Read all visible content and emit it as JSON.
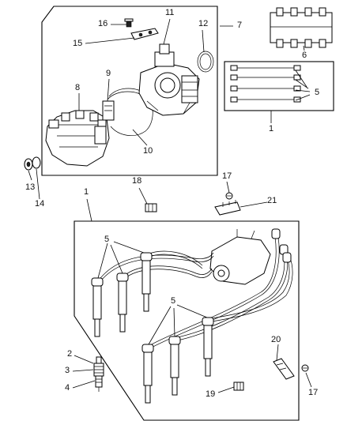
{
  "callouts": {
    "c1_top": "1",
    "c1_bottom": "1",
    "c2": "2",
    "c3": "3",
    "c4": "4",
    "c5_right": "5",
    "c5_left": "5",
    "c5_mid": "5",
    "c6": "6",
    "c7": "7",
    "c8": "8",
    "c9": "9",
    "c10": "10",
    "c11": "11",
    "c12": "12",
    "c13": "13",
    "c14": "14",
    "c15": "15",
    "c16": "16",
    "c17_upper": "17",
    "c17_lower": "17",
    "c18": "18",
    "c19": "19",
    "c20": "20",
    "c21": "21"
  }
}
